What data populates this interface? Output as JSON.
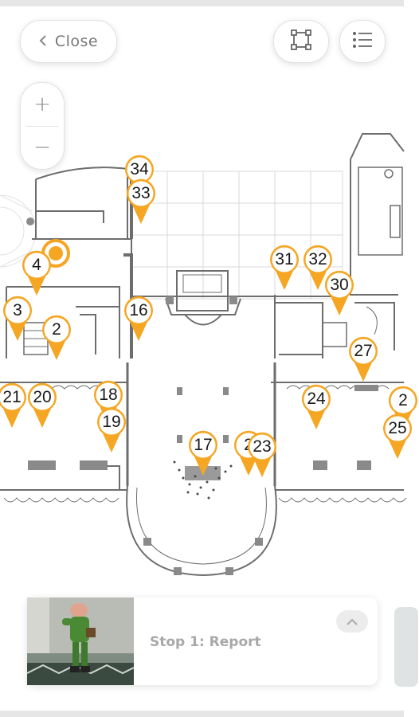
{
  "header": {
    "close_label": "Close"
  },
  "zoom": {
    "in_symbol": "+",
    "out_symbol": "−"
  },
  "icons": {
    "frame": "fit-bounds-icon",
    "list": "list-icon",
    "back": "chevron-left-icon",
    "expand": "chevron-up-icon"
  },
  "colors": {
    "pin": "#f5a623",
    "pin_text": "#1a1a1a",
    "walls": "#6d6d6d"
  },
  "map": {
    "stops": [
      {
        "label": "34"
      },
      {
        "label": "33"
      },
      {
        "label": "4"
      },
      {
        "label": "3"
      },
      {
        "label": "2"
      },
      {
        "label": "16"
      },
      {
        "label": "31"
      },
      {
        "label": "32"
      },
      {
        "label": "30"
      },
      {
        "label": "27"
      },
      {
        "label": "21"
      },
      {
        "label": "20"
      },
      {
        "label": "18"
      },
      {
        "label": "19"
      },
      {
        "label": "17"
      },
      {
        "label": "2"
      },
      {
        "label": "23"
      },
      {
        "label": "24"
      },
      {
        "label": "2"
      },
      {
        "label": "25"
      }
    ]
  },
  "card": {
    "title": "Stop 1: Report"
  }
}
